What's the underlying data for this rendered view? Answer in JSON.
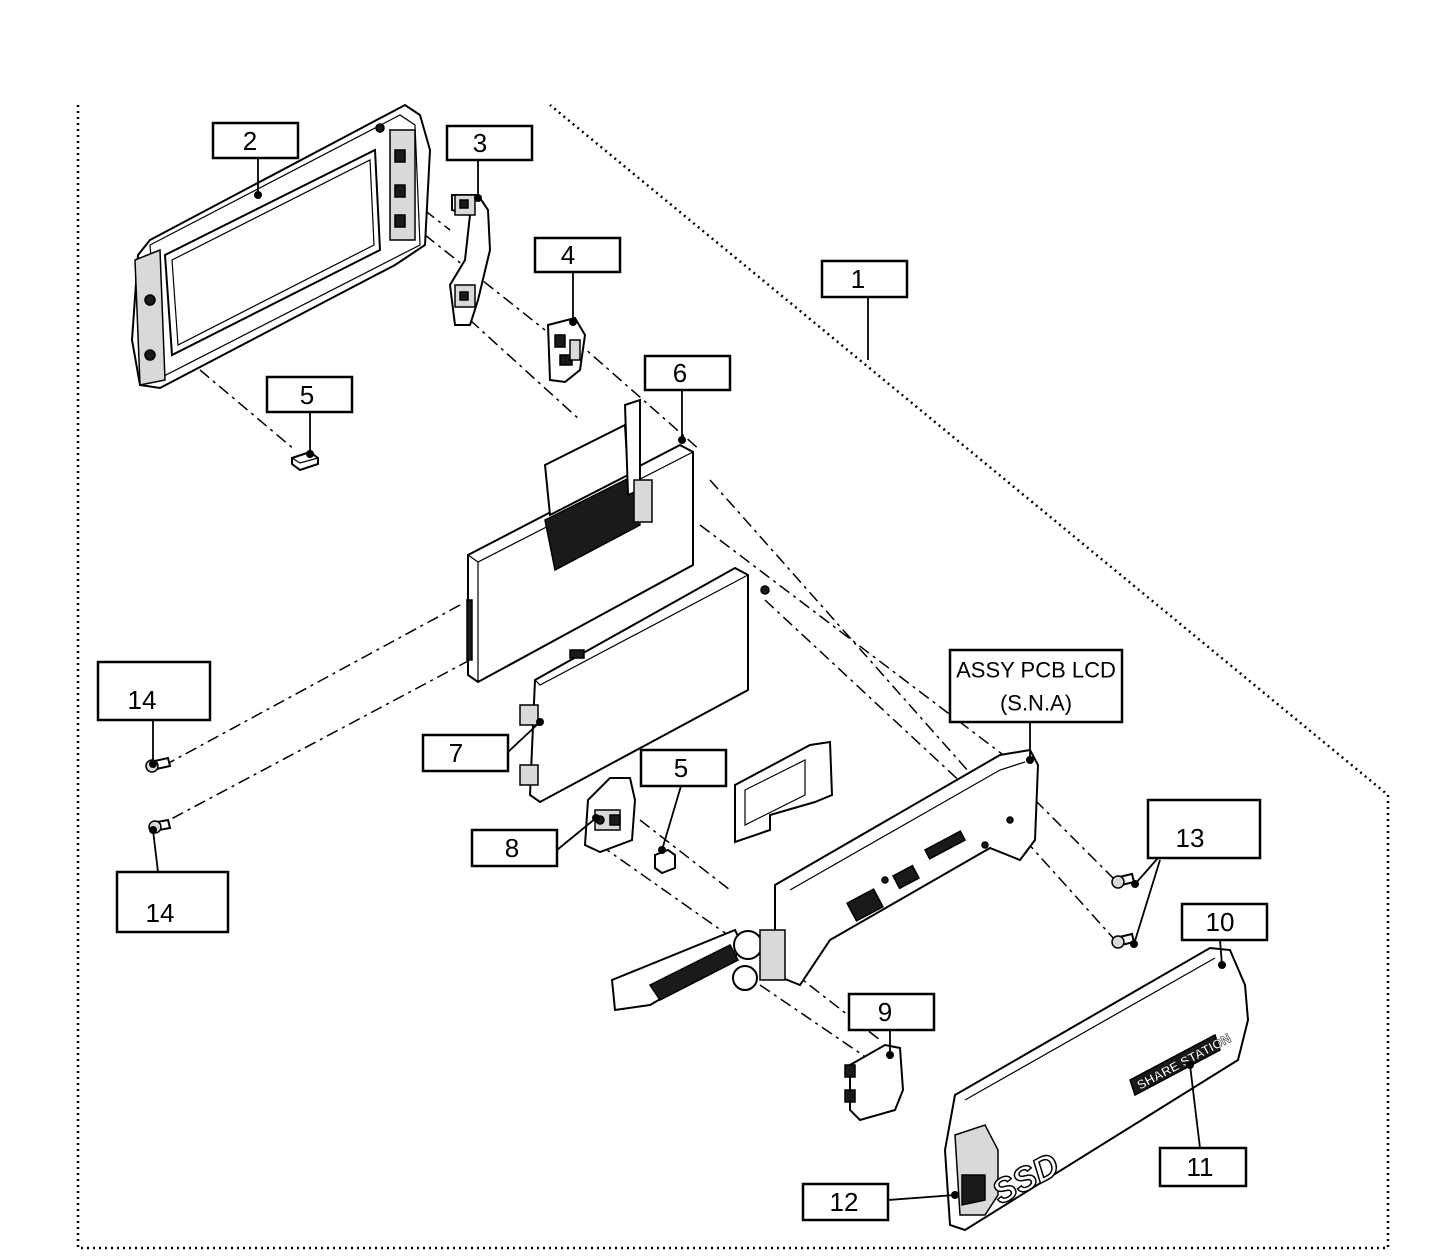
{
  "callouts": {
    "c1": "1",
    "c2": "2",
    "c3": "3",
    "c4": "4",
    "c5a": "5",
    "c5b": "5",
    "c6": "6",
    "c7": "7",
    "c8": "8",
    "c9": "9",
    "c10": "10",
    "c11": "11",
    "c12": "12",
    "c13": "13",
    "c14a": "14",
    "c14b": "14"
  },
  "assy_label": {
    "line1": "ASSY PCB LCD",
    "line2": "(S.N.A)"
  },
  "cover_markings": {
    "logo": "SSD",
    "badge": "SHARE STATION"
  }
}
